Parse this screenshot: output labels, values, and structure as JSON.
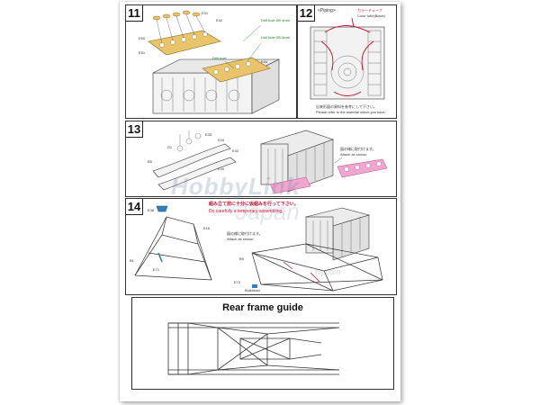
{
  "steps": {
    "s11": {
      "number": "11",
      "labels": [
        "E31",
        "E42",
        "Drill hole Ø0.4mm",
        "Drill hole Ø0.6mm",
        "Drill hole",
        "E50",
        "E51",
        "E44"
      ]
    },
    "s12": {
      "number": "12",
      "title": "<Piping>",
      "tube_jp": "カラーチューブ",
      "tube_en": "Color tube(Black)",
      "note_jp": "出来形図の資料を参考にして下さい。",
      "note_en": "Please refer to the material which you have."
    },
    "s13": {
      "number": "13",
      "labels": [
        "B5",
        "D1",
        "E33",
        "E34",
        "E40",
        "E42"
      ],
      "attach_jp": "図の様に取付けます。",
      "attach_en": "Attach as shown."
    },
    "s14": {
      "number": "14",
      "warning_jp": "組み立て前に十分に仮組みを行って下さい。",
      "warning_en": "Do carefully a temporary assembling.",
      "attach_jp": "図の様に取付けます。",
      "attach_en": "Attach as shown.",
      "part_label": "E38",
      "bulkhead_label": "Bulkhead",
      "labels": [
        "B1",
        "E71",
        "E10",
        "B5",
        "E72"
      ]
    }
  },
  "rear": {
    "title": "Rear frame guide"
  },
  "watermark": {
    "line1": "HobbyLink",
    "line2": "Japan",
    "url": "hlj.com"
  },
  "colors": {
    "accent_yellow": "#e9c46a",
    "piping_red": "#c8102e",
    "accent_pink": "#f2a6cf",
    "accent_blue": "#2f7fc1"
  }
}
